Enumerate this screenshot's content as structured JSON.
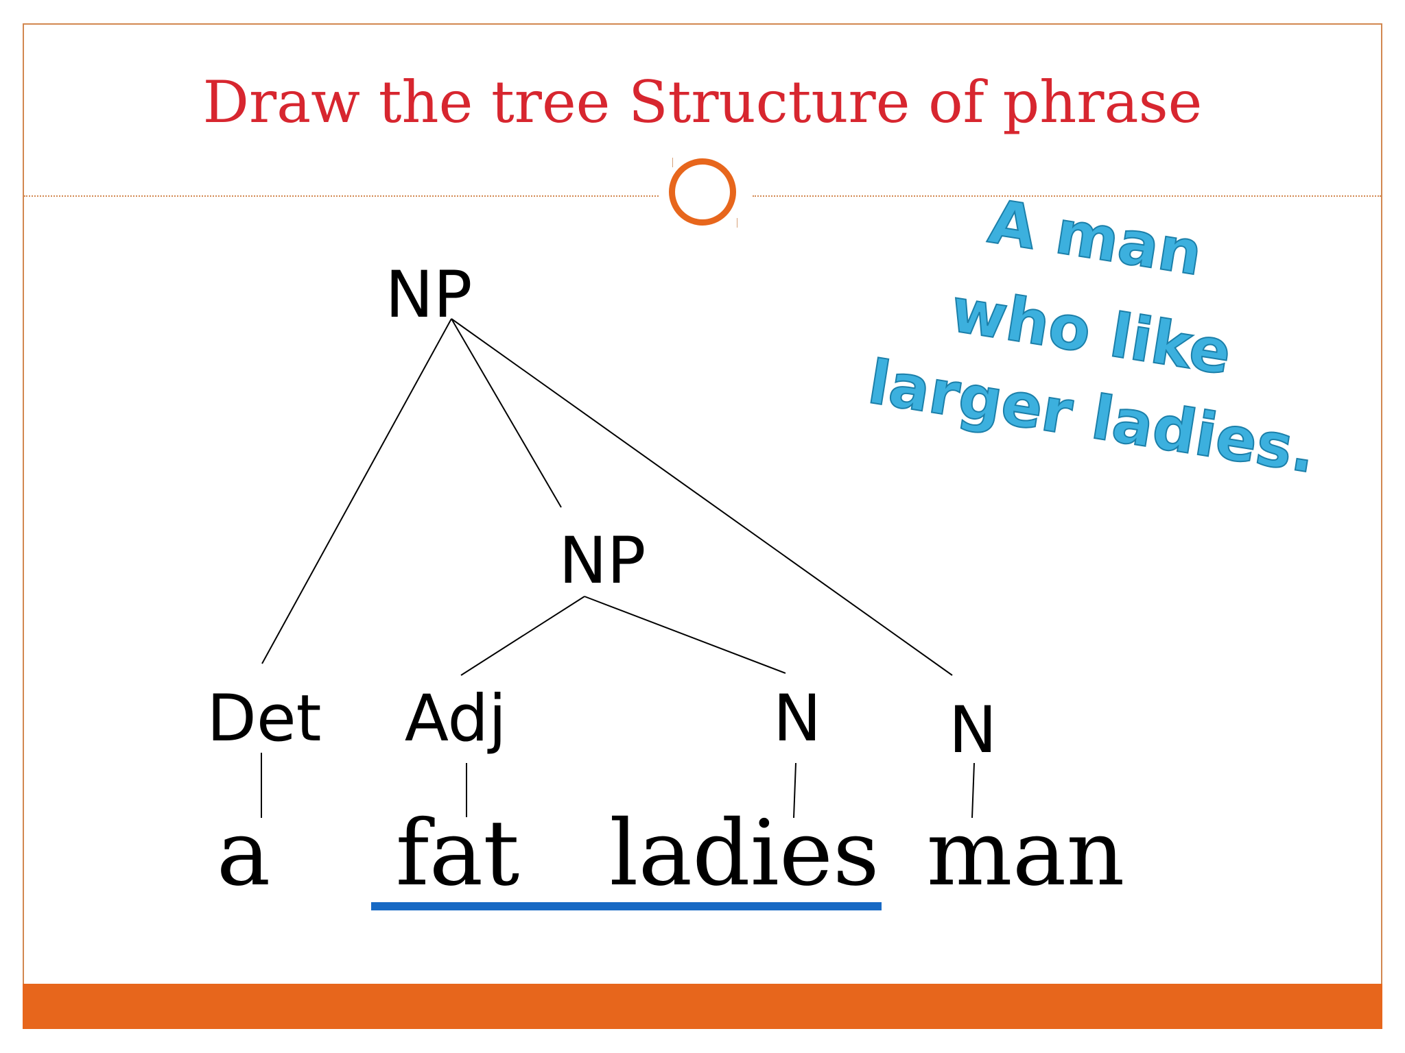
{
  "title": "Draw the tree Structure of phrase",
  "phrase_lines": [
    "A man",
    "who like",
    "larger ladies."
  ],
  "tree": {
    "nodes": [
      {
        "id": "np-root",
        "label": "NP"
      },
      {
        "id": "np-inner",
        "label": "NP"
      },
      {
        "id": "det",
        "label": "Det"
      },
      {
        "id": "adj",
        "label": "Adj"
      },
      {
        "id": "n-inner",
        "label": "N"
      },
      {
        "id": "n-outer",
        "label": "N"
      }
    ],
    "words": [
      "a",
      "fat",
      "ladies",
      "man"
    ],
    "edges": [
      [
        "np-root",
        "det"
      ],
      [
        "np-root",
        "np-inner"
      ],
      [
        "np-root",
        "n-outer"
      ],
      [
        "np-inner",
        "adj"
      ],
      [
        "np-inner",
        "n-inner"
      ],
      [
        "det",
        "a"
      ],
      [
        "adj",
        "fat"
      ],
      [
        "n-inner",
        "ladies"
      ],
      [
        "n-outer",
        "man"
      ]
    ]
  },
  "colors": {
    "title": "#d7262f",
    "accent_orange": "#e7661c",
    "underline_blue": "#1769c4",
    "wordart_fill": "#3cb0de"
  }
}
